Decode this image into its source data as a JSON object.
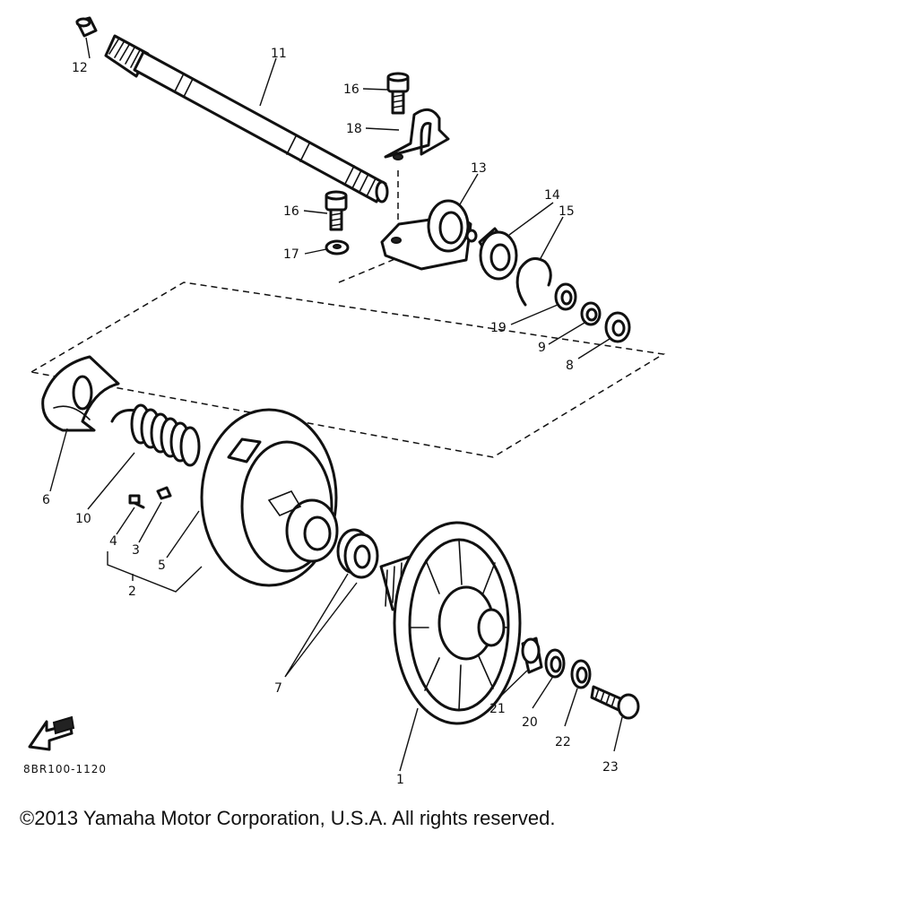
{
  "diagram": {
    "callouts": {
      "p1": "1",
      "p2": "2",
      "p3": "3",
      "p4": "4",
      "p5": "5",
      "p6": "6",
      "p7": "7",
      "p8": "8",
      "p9": "9",
      "p10": "10",
      "p11": "11",
      "p12": "12",
      "p13": "13",
      "p14": "14",
      "p15": "15",
      "p16a": "16",
      "p16b": "16",
      "p17": "17",
      "p18": "18",
      "p19": "19",
      "p20": "20",
      "p21": "21",
      "p22": "22",
      "p23": "23"
    },
    "drawing_code": "8BR100-1120"
  },
  "footer": {
    "copyright": "©2013 Yamaha Motor Corporation, U.S.A. All rights reserved."
  }
}
